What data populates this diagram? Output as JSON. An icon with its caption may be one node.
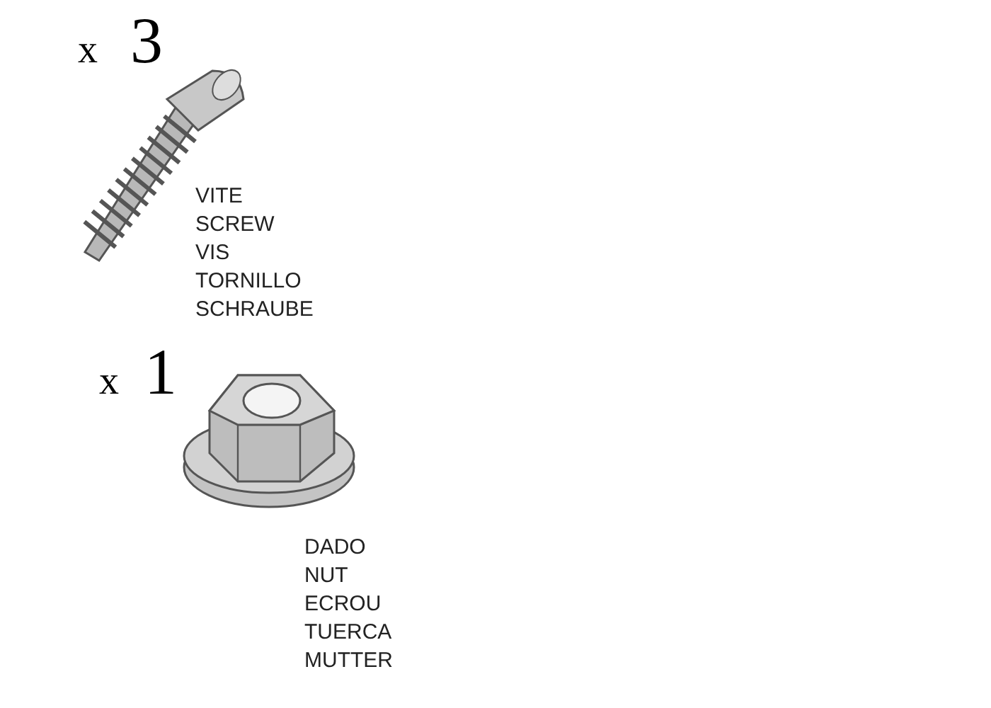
{
  "diagram": {
    "labels": [
      "x",
      "3",
      "VITE",
      "SCREW",
      "VIS",
      "TORNILLO",
      "SCHRAUBE",
      "x",
      "1",
      "DADO",
      "NUT",
      "ECROU",
      "TUERCA",
      "MUTTER"
    ]
  }
}
